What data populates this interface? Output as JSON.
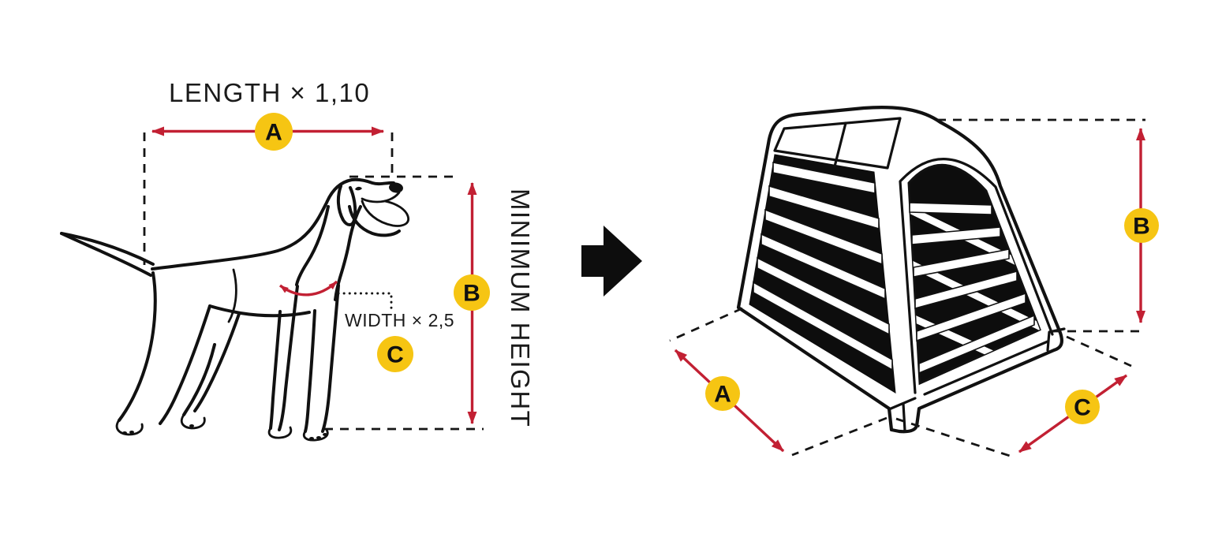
{
  "colors": {
    "measure_red": "#c22033",
    "marker_yellow": "#f6c513",
    "ink": "#111111",
    "background": "#ffffff"
  },
  "dog_figure": {
    "length_label": "LENGTH × 1,10",
    "width_label": "WIDTH × 2,5",
    "min_height_label": "MINIMUM HEIGHT",
    "markers": {
      "length": "A",
      "height": "B",
      "width": "C"
    }
  },
  "transition": {
    "icon": "right-arrow"
  },
  "crate_figure": {
    "markers": {
      "length": "A",
      "height": "B",
      "width": "C"
    }
  }
}
